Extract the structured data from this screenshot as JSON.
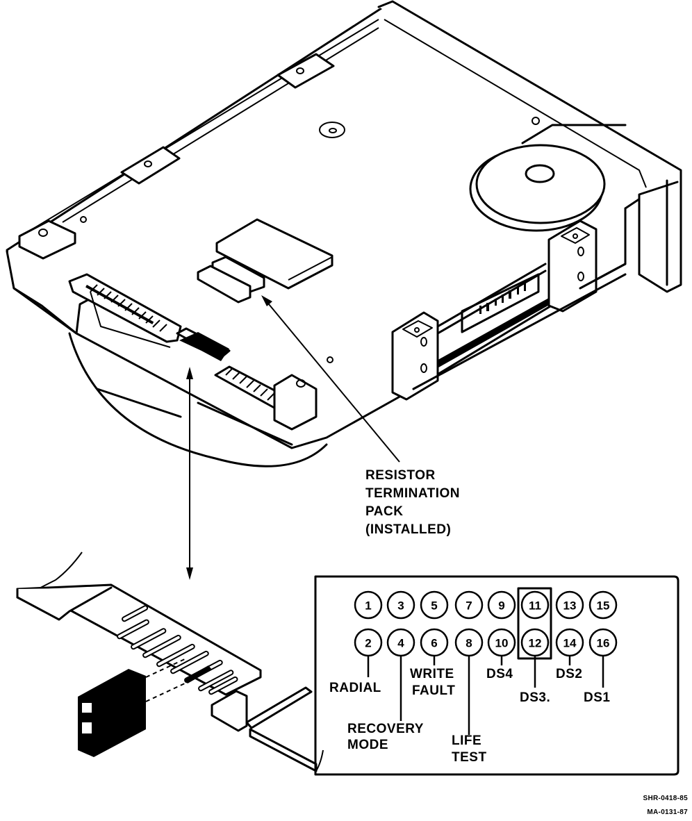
{
  "figure": {
    "subject": "Disk drive jumper and terminator locations",
    "callouts": {
      "terminator": [
        "RESISTOR",
        "TERMINATION",
        "PACK",
        "(INSTALLED)"
      ]
    },
    "jumper_block": {
      "pins_top": [
        "1",
        "3",
        "5",
        "7",
        "9",
        "11",
        "13",
        "15"
      ],
      "pins_bottom": [
        "2",
        "4",
        "6",
        "8",
        "10",
        "12",
        "14",
        "16"
      ],
      "jumper_installed_on": [
        "11",
        "12"
      ],
      "labels": [
        {
          "pin": "2",
          "lines": [
            "RADIAL"
          ]
        },
        {
          "pin": "4",
          "lines": [
            "RECOVERY",
            "MODE"
          ]
        },
        {
          "pin": "6",
          "lines": [
            "WRITE",
            "FAULT"
          ]
        },
        {
          "pin": "8",
          "lines": [
            "LIFE",
            "TEST"
          ]
        },
        {
          "pin": "10",
          "lines": [
            "DS4"
          ]
        },
        {
          "pin": "12",
          "lines": [
            "DS3."
          ]
        },
        {
          "pin": "14",
          "lines": [
            "DS2"
          ]
        },
        {
          "pin": "16",
          "lines": [
            "DS1"
          ]
        }
      ]
    },
    "reference_codes": [
      "SHR-0418-85",
      "MA-0131-87"
    ]
  }
}
